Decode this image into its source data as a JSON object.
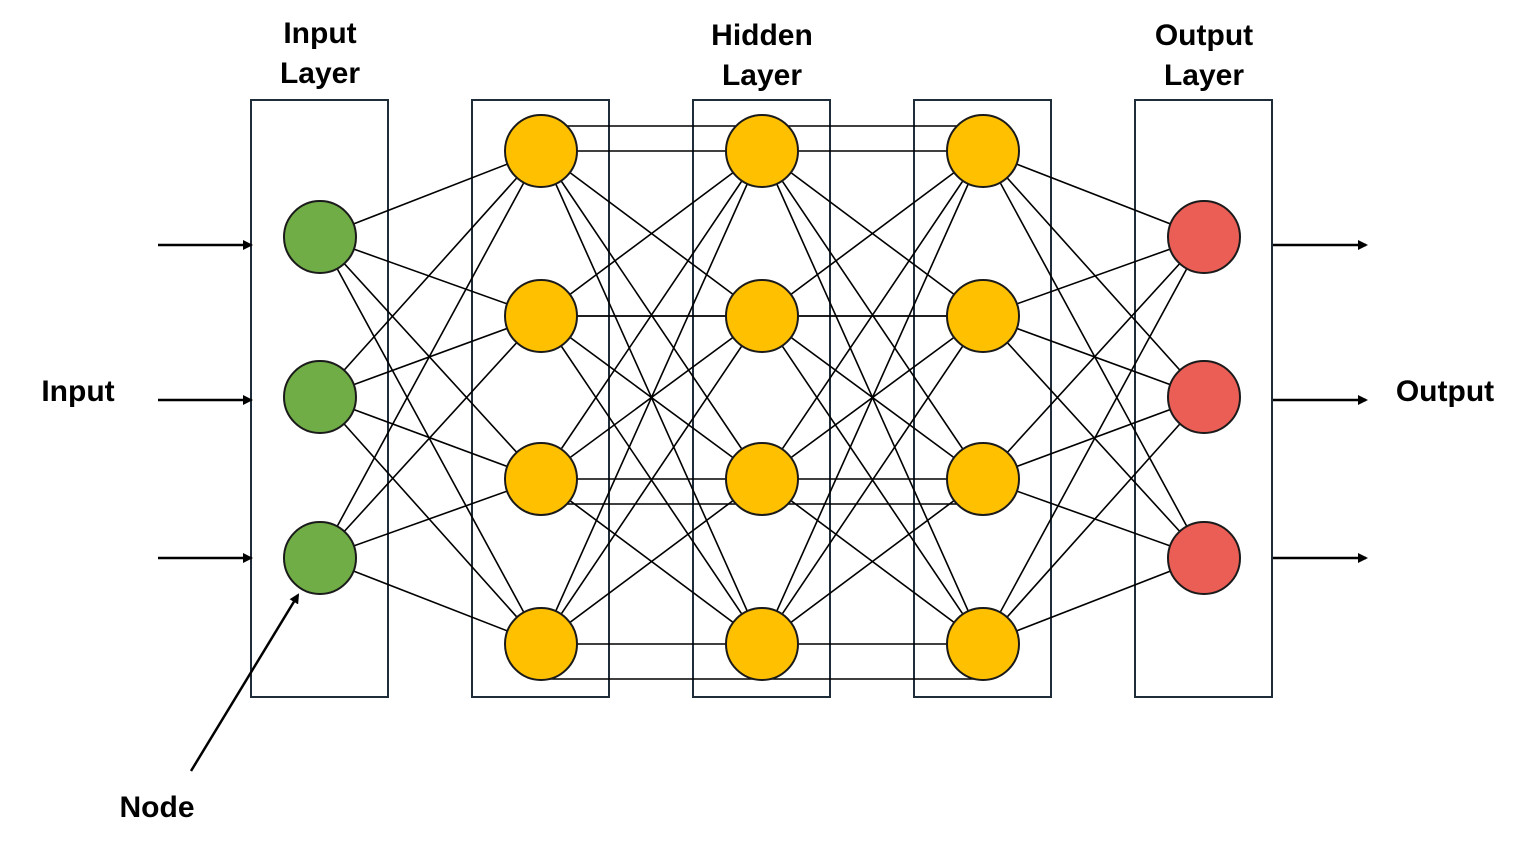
{
  "labels": {
    "input_layer_line1": "Input",
    "input_layer_line2": "Layer",
    "hidden_layer_line1": "Hidden",
    "hidden_layer_line2": "Layer",
    "output_layer_line1": "Output",
    "output_layer_line2": "Layer",
    "input": "Input",
    "output": "Output",
    "node": "Node"
  },
  "network": {
    "layers": [
      {
        "name": "input",
        "nodes": 3
      },
      {
        "name": "hidden-1",
        "nodes": 4
      },
      {
        "name": "hidden-2",
        "nodes": 4
      },
      {
        "name": "hidden-3",
        "nodes": 4
      },
      {
        "name": "output",
        "nodes": 3
      }
    ],
    "input_arrows": 3,
    "output_arrows": 3
  },
  "colors": {
    "input_node": "#70ad47",
    "hidden_node": "#ffc000",
    "output_node": "#eb5e55",
    "box_stroke": "#1f2d3a",
    "edge": "#000000"
  }
}
